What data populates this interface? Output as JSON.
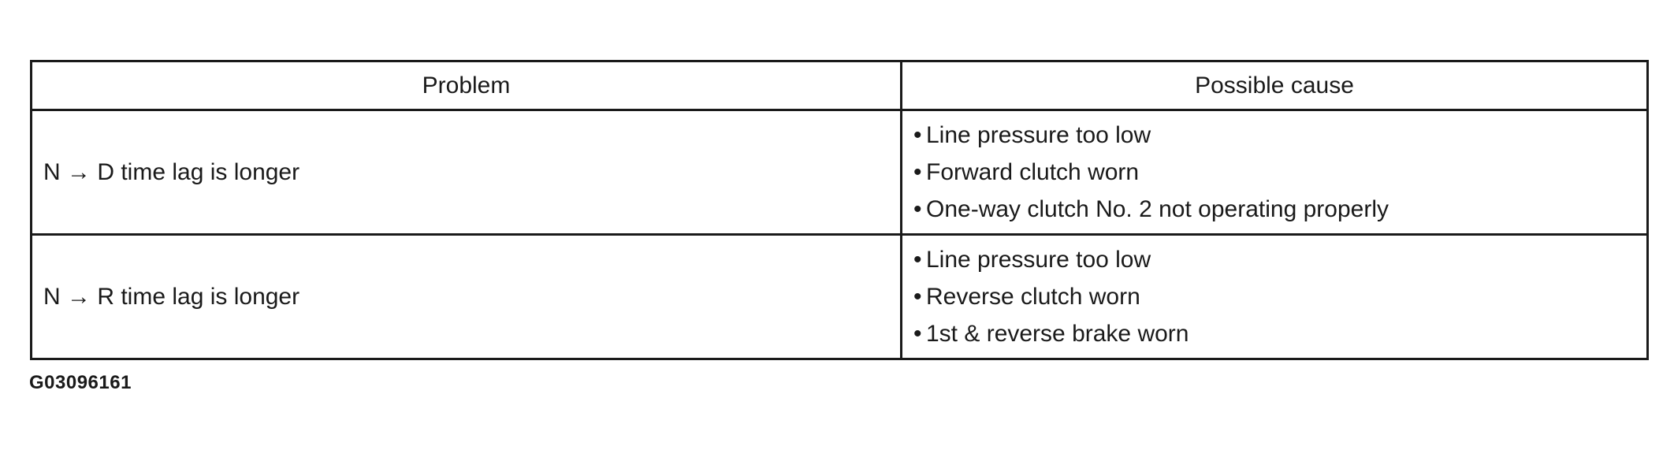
{
  "table": {
    "headers": {
      "problem": "Problem",
      "cause": "Possible cause"
    },
    "rows": [
      {
        "problem": "N → D time lag is longer",
        "causes": [
          "Line pressure too low",
          "Forward clutch worn",
          "One-way clutch No. 2 not operating properly"
        ]
      },
      {
        "problem": "N → R time lag is longer",
        "causes": [
          "Line pressure too low",
          "Reverse clutch worn",
          "1st & reverse brake worn"
        ]
      }
    ]
  },
  "bullet_glyph": "•",
  "figure_id": "G03096161"
}
